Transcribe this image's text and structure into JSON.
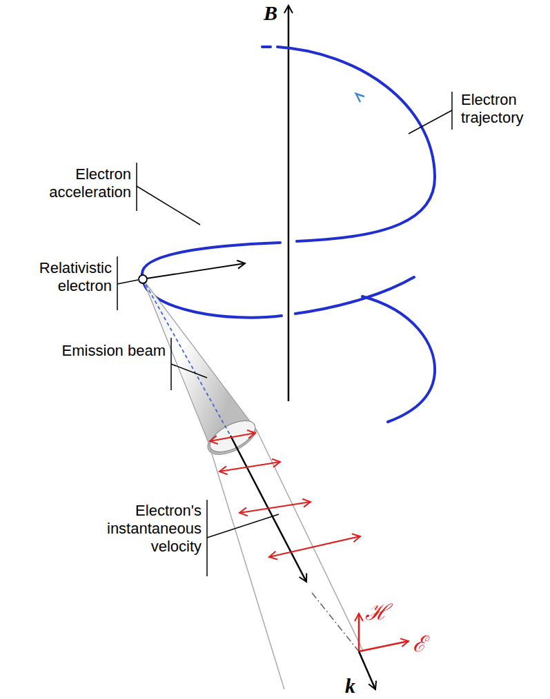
{
  "diagram": {
    "labels": [
      "B",
      "Electron trajectory",
      "Electron acceleration",
      "Relativistic electron",
      "Emission beam",
      "Electron's instantaneous velocity",
      "ℋ",
      "ℰ",
      "k"
    ]
  }
}
